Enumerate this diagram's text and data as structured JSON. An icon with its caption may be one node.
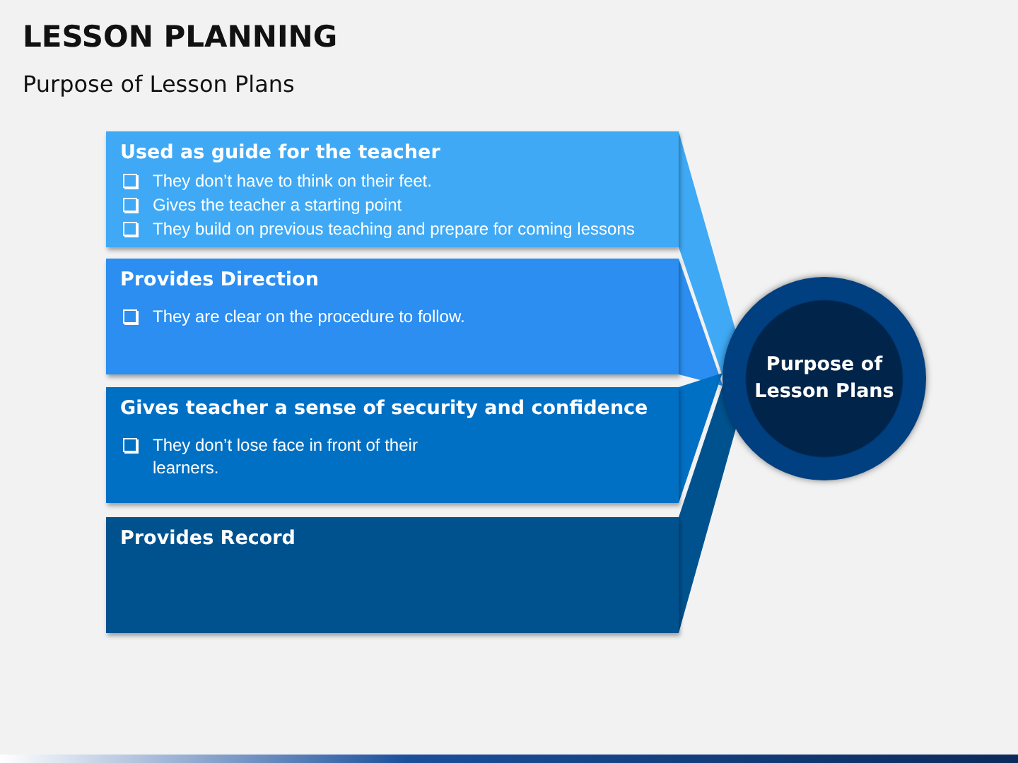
{
  "diagram": {
    "title": "LESSON PLANNING",
    "nodes": [
      {
        "text": [
          "Used as guide for the teacher",
          "They don’t have to think on their feet.",
          "Gives the teacher a starting point",
          "They build on previous teaching and prepare for coming lessons"
        ]
      },
      {
        "text": [
          "Provides Direction",
          "They are clear on the procedure to follow."
        ]
      },
      {
        "text": [
          "Gives teacher a sense of security and confidence",
          "They don’t lose face in front of their learners."
        ]
      },
      {
        "text": [
          "Provides Record"
        ]
      },
      {
        "text": [
          "Purpose of Lesson Plans"
        ]
      }
    ],
    "edges": [
      {
        "from": 0,
        "to": 4,
        "arrow": "none"
      },
      {
        "from": 1,
        "to": 4,
        "arrow": "none"
      },
      {
        "from": 2,
        "to": 4,
        "arrow": "none"
      },
      {
        "from": 3,
        "to": 4,
        "arrow": "none"
      }
    ],
    "labels": [
      "Purpose of Lesson Plans"
    ]
  }
}
